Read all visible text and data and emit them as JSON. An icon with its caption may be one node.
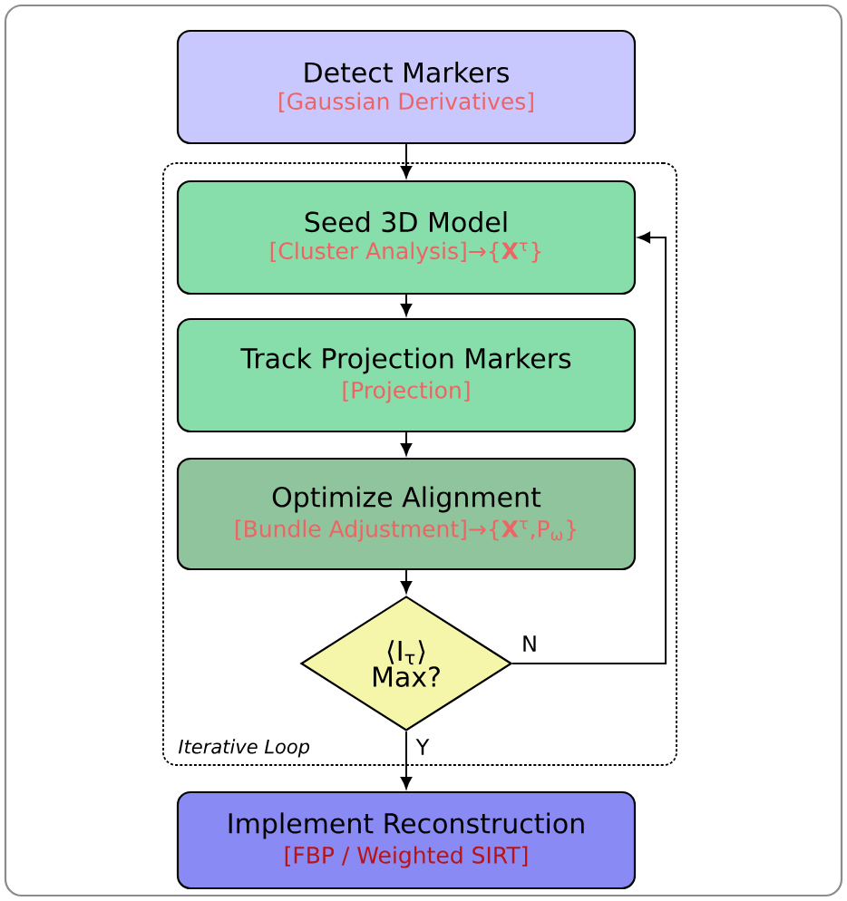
{
  "diagram": {
    "nodes": [
      {
        "text": [
          "Detect Markers",
          "[Gaussian Derivatives]"
        ]
      },
      {
        "text": [
          "Iterative Loop"
        ]
      },
      {
        "text": [
          "Seed 3D Model",
          "[Cluster Analysis]→{**X**$^{τ}$}"
        ],
        "in": 1
      },
      {
        "text": [
          "Track Projection Markers",
          "[Projection]"
        ],
        "in": 1
      },
      {
        "text": [
          "Optimize Alignment",
          "[Bundle Adjustment]→{**X**$^{τ}$,P$_{ω}$}"
        ],
        "in": 1
      },
      {
        "text": [
          "⟨I$_{τ}$⟩ Max?"
        ],
        "in": 1
      },
      {
        "text": [
          "Implement Reconstruction",
          "[FBP / Weighted SIRT]"
        ]
      }
    ],
    "edges": [
      {
        "from": 0,
        "to": 2,
        "arrow": "to"
      },
      {
        "from": 2,
        "to": 3,
        "arrow": "to"
      },
      {
        "from": 3,
        "to": 4,
        "arrow": "to"
      },
      {
        "from": 4,
        "to": 5,
        "arrow": "to"
      },
      {
        "from": 5,
        "to": 2,
        "arrow": "to",
        "label": "N"
      },
      {
        "from": 5,
        "to": 6,
        "arrow": "to",
        "label": "Y"
      }
    ]
  }
}
